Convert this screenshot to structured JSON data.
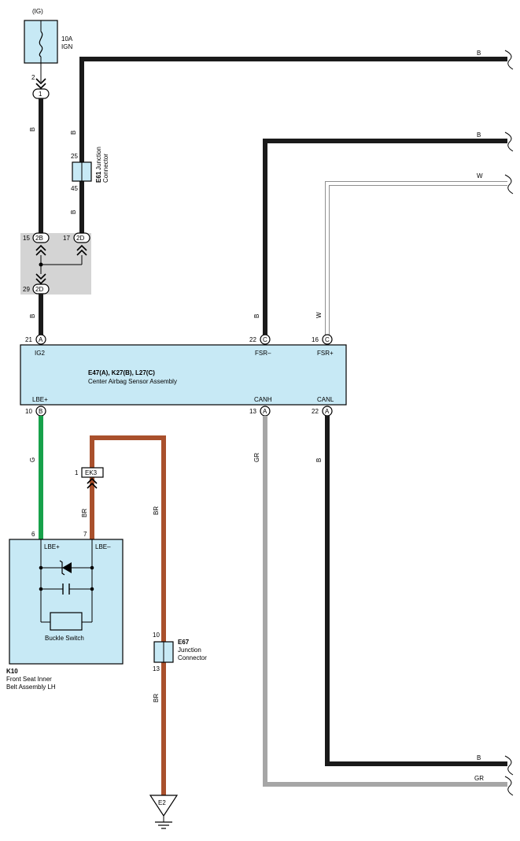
{
  "power": {
    "source_label": "(IG)",
    "fuse_rating": "10A",
    "fuse_name": "IGN",
    "fuse_pin": "2",
    "splice_pin": "1"
  },
  "junction_e61": {
    "id": "E61",
    "line1": "Junction",
    "line2": "Connector",
    "pin_top": "25",
    "pin_bottom": "45"
  },
  "junction_block": {
    "pin_2b_num": "15",
    "pin_2b": "2B",
    "pin_2d_top_num": "17",
    "pin_2d_top": "2D",
    "pin_2d_bot_num": "29",
    "pin_2d_bot": "2D"
  },
  "assembly": {
    "title": "E47(A), K27(B), L27(C)",
    "name": "Center Airbag Sensor Assembly",
    "pins": {
      "ig2": {
        "num": "21",
        "conn": "A",
        "label": "IG2"
      },
      "fsr_minus": {
        "num": "22",
        "conn": "C",
        "label": "FSR–"
      },
      "fsr_plus": {
        "num": "16",
        "conn": "C",
        "label": "FSR+"
      },
      "lbe_plus": {
        "num": "10",
        "conn": "B",
        "label": "LBE+"
      },
      "canh": {
        "num": "13",
        "conn": "A",
        "label": "CANH"
      },
      "canl": {
        "num": "22",
        "conn": "A",
        "label": "CANL"
      }
    }
  },
  "ek3": {
    "pin": "1",
    "id": "EK3"
  },
  "buckle": {
    "id": "K10",
    "name_line1": "Front Seat Inner",
    "name_line2": "Belt Assembly LH",
    "pin_plus_num": "6",
    "pin_minus_num": "7",
    "pin_plus": "LBE+",
    "pin_minus": "LBE–",
    "switch_label": "Buckle Switch"
  },
  "junction_e67": {
    "id": "E67",
    "line1": "Junction",
    "line2": "Connector",
    "pin_top": "10",
    "pin_bottom": "13"
  },
  "ground": {
    "id": "E2"
  },
  "wires": {
    "b": "B",
    "w": "W",
    "g": "G",
    "br": "BR",
    "gr": "GR"
  },
  "colors": {
    "black": "#1a1a1a",
    "white_wire": "#9a9a9a",
    "green": "#17a14a",
    "brown": "#a9502c",
    "gray": "#a6a6a6",
    "module_fill": "#c7e9f5",
    "block_fill": "#d4d4d4"
  }
}
